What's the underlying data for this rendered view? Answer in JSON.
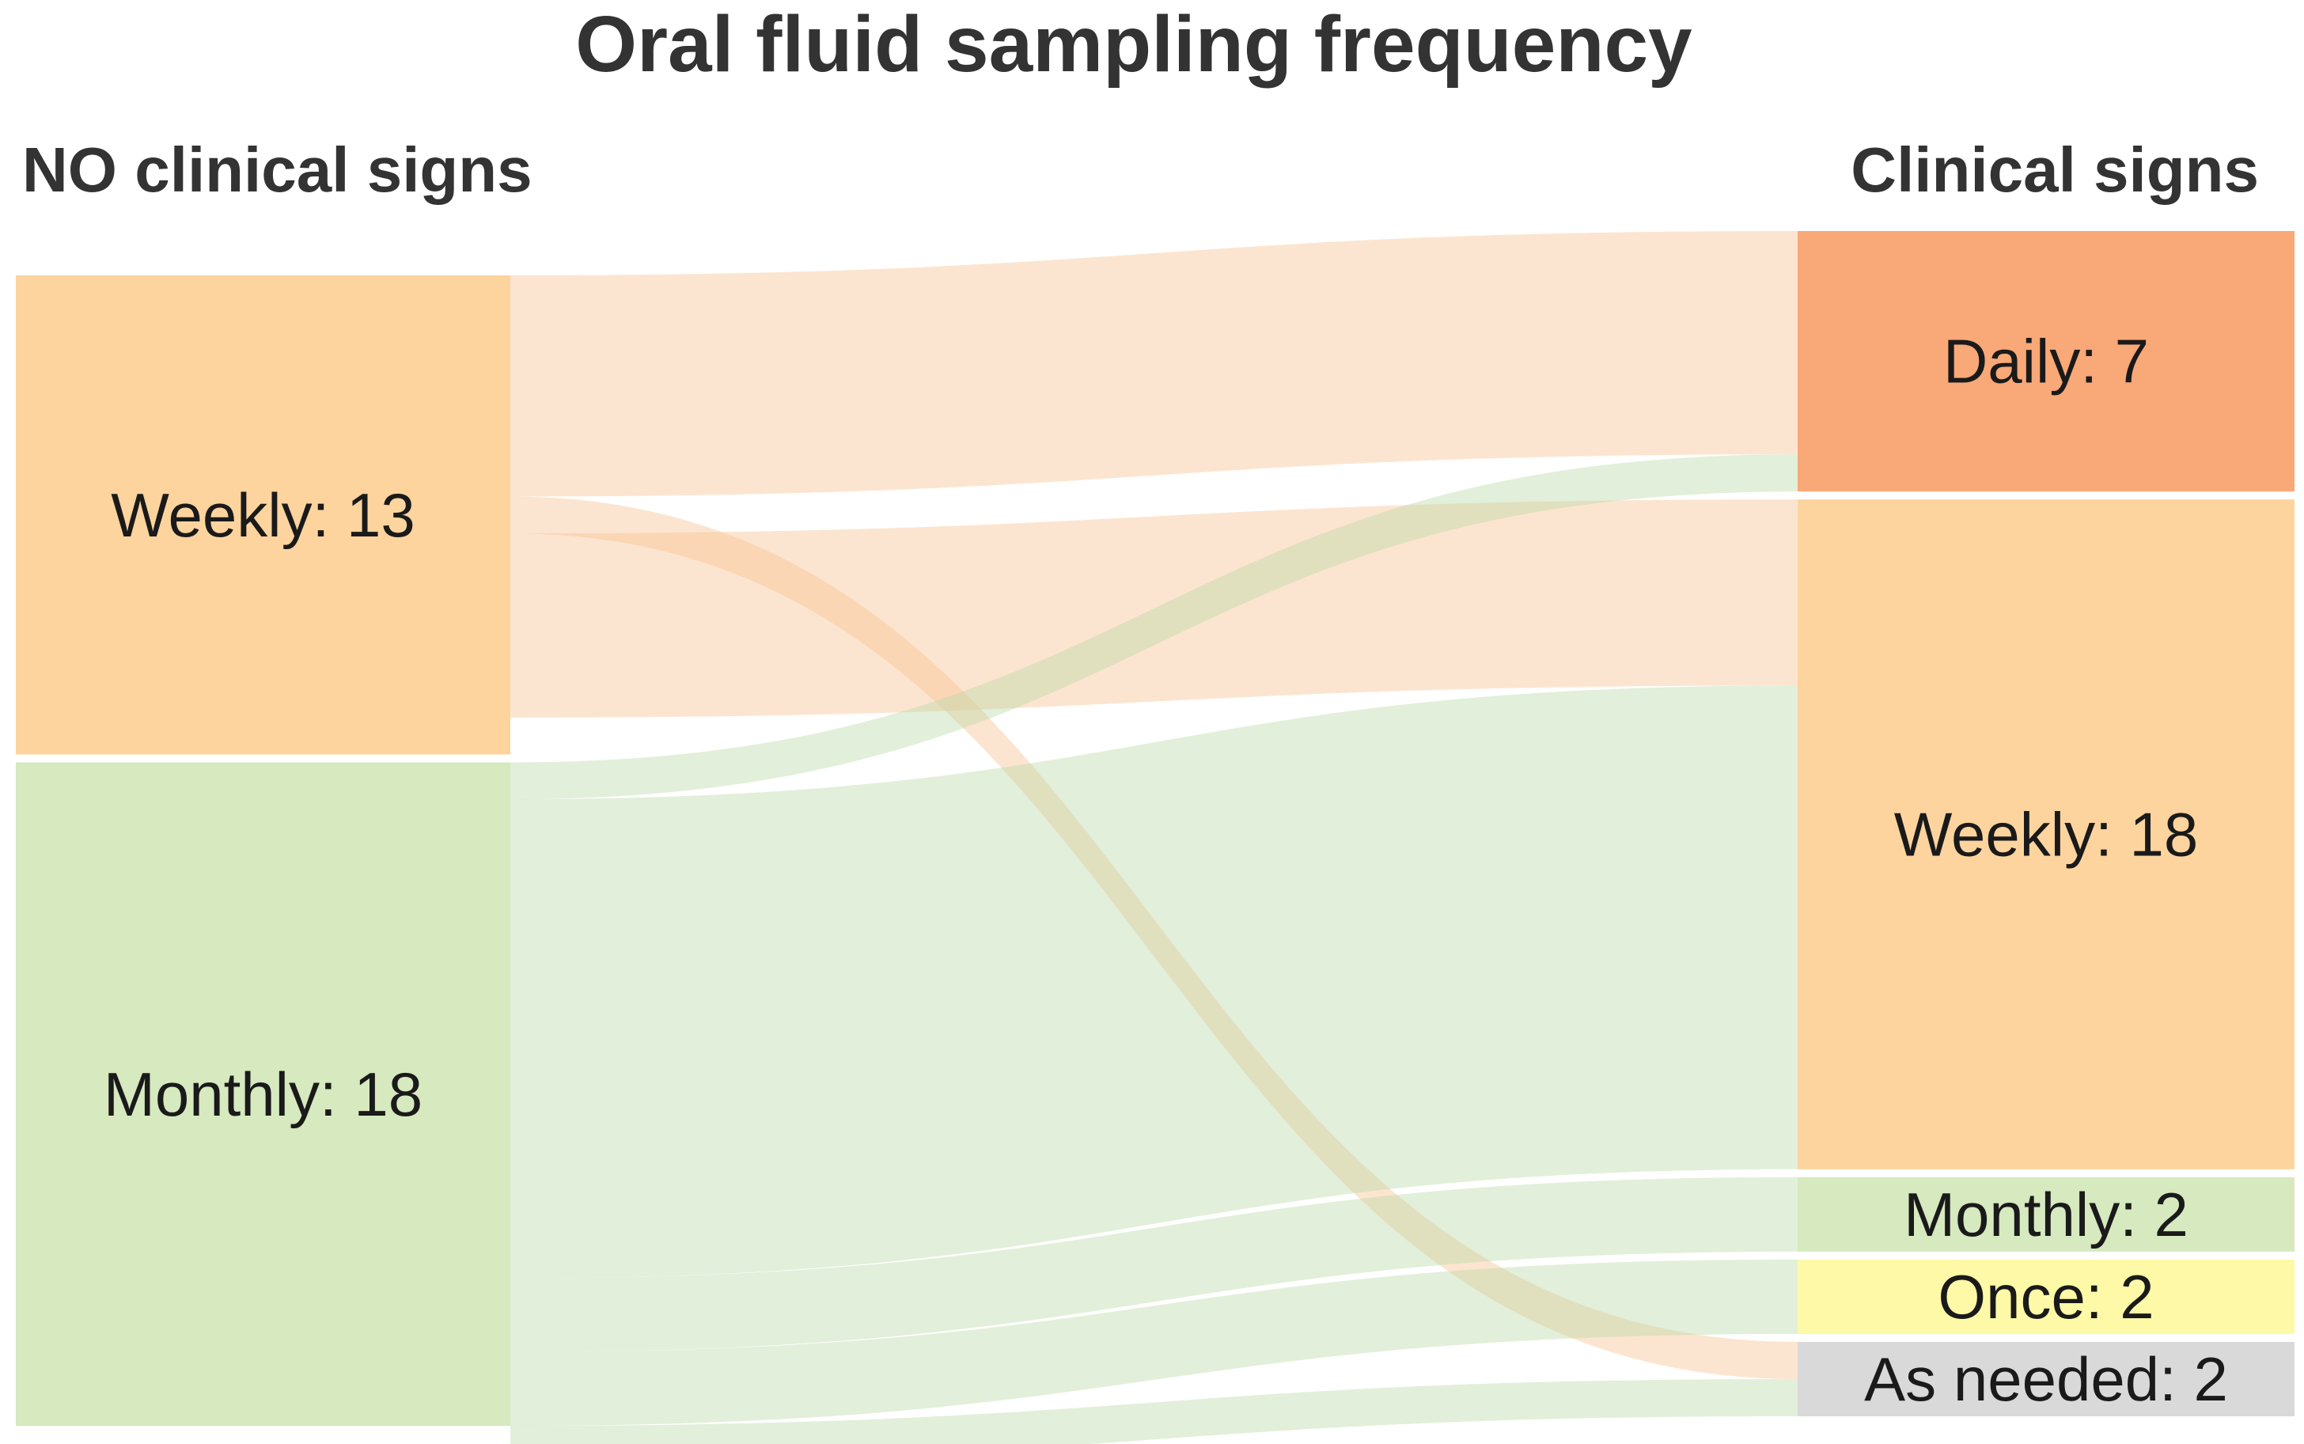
{
  "title": "Oral fluid sampling frequency",
  "left_header": "NO clinical signs",
  "right_header": "Clinical signs",
  "colors": {
    "weekly": "#fdd49e",
    "monthly": "#d6e9bf",
    "daily": "#f9a877",
    "once": "#fdf9a7",
    "as_needed": "#d9d9d9",
    "link_orange": "#f7c28e",
    "link_green": "#b9d9a8"
  },
  "chart_data": {
    "type": "sankey",
    "left_nodes": [
      {
        "id": "L_weekly",
        "label": "Weekly: 13",
        "value": 13,
        "color_key": "weekly"
      },
      {
        "id": "L_monthly",
        "label": "Monthly: 18",
        "value": 18,
        "color_key": "monthly"
      }
    ],
    "right_nodes": [
      {
        "id": "R_daily",
        "label": "Daily: 7",
        "value": 7,
        "color_key": "daily"
      },
      {
        "id": "R_weekly",
        "label": "Weekly: 18",
        "value": 18,
        "color_key": "weekly"
      },
      {
        "id": "R_monthly",
        "label": "Monthly: 2",
        "value": 2,
        "color_key": "monthly"
      },
      {
        "id": "R_once",
        "label": "Once: 2",
        "value": 2,
        "color_key": "once"
      },
      {
        "id": "R_as_needed",
        "label": "As needed: 2",
        "value": 2,
        "color_key": "as_needed"
      }
    ],
    "links": [
      {
        "source": "L_weekly",
        "target": "R_daily",
        "value": 6,
        "color_key": "link_orange"
      },
      {
        "source": "L_weekly",
        "target": "R_as_needed",
        "value": 1,
        "color_key": "link_orange"
      },
      {
        "source": "L_weekly",
        "target": "R_weekly",
        "value": 5,
        "color_key": "link_orange"
      },
      {
        "source": "L_monthly",
        "target": "R_daily",
        "value": 1,
        "color_key": "link_green"
      },
      {
        "source": "L_monthly",
        "target": "R_weekly",
        "value": 13,
        "color_key": "link_green"
      },
      {
        "source": "L_monthly",
        "target": "R_monthly",
        "value": 2,
        "color_key": "link_green"
      },
      {
        "source": "L_monthly",
        "target": "R_once",
        "value": 2,
        "color_key": "link_green"
      },
      {
        "source": "L_monthly",
        "target": "R_as_needed",
        "value": 1,
        "color_key": "link_green"
      }
    ]
  }
}
